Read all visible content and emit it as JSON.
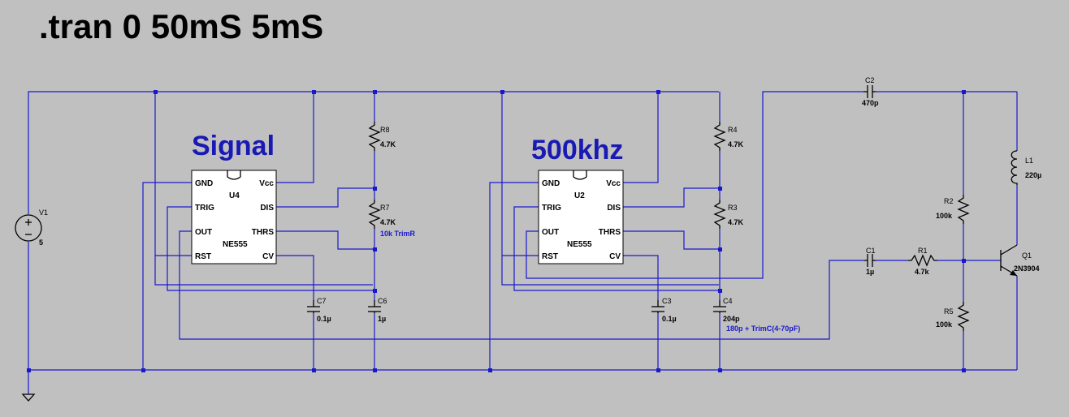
{
  "directive": ".tran 0 50mS 5mS",
  "labels": {
    "signal": "Signal",
    "khz": "500khz"
  },
  "colors": {
    "background": "#c0c0c0",
    "wire": "#1919cc",
    "label": "#1919b4"
  },
  "ic": {
    "u4": {
      "ref": "U4",
      "model": "NE555",
      "pins": {
        "gnd": "GND",
        "trig": "TRIG",
        "out": "OUT",
        "rst": "RST",
        "vcc": "Vcc",
        "dis": "DIS",
        "thrs": "THRS",
        "cv": "CV"
      }
    },
    "u2": {
      "ref": "U2",
      "model": "NE555",
      "pins": {
        "gnd": "GND",
        "trig": "TRIG",
        "out": "OUT",
        "rst": "RST",
        "vcc": "Vcc",
        "dis": "DIS",
        "thrs": "THRS",
        "cv": "CV"
      }
    }
  },
  "components": {
    "v1": {
      "ref": "V1",
      "value": "5"
    },
    "r8": {
      "ref": "R8",
      "value": "4.7K"
    },
    "r7": {
      "ref": "R7",
      "value": "4.7K",
      "note": "10k TrimR"
    },
    "c7": {
      "ref": "C7",
      "value": "0.1µ"
    },
    "c6": {
      "ref": "C6",
      "value": "1µ"
    },
    "r4": {
      "ref": "R4",
      "value": "4.7K"
    },
    "r3": {
      "ref": "R3",
      "value": "4.7K"
    },
    "c3": {
      "ref": "C3",
      "value": "0.1µ"
    },
    "c4": {
      "ref": "C4",
      "value": "204p",
      "note": "180p + TrimC(4-70pF)"
    },
    "c2": {
      "ref": "C2",
      "value": "470p"
    },
    "l1": {
      "ref": "L1",
      "value": "220µ"
    },
    "r2": {
      "ref": "R2",
      "value": "100k"
    },
    "c1": {
      "ref": "C1",
      "value": "1µ"
    },
    "r1": {
      "ref": "R1",
      "value": "4.7k"
    },
    "q1": {
      "ref": "Q1",
      "value": "2N3904"
    },
    "r5": {
      "ref": "R5",
      "value": "100k"
    }
  }
}
